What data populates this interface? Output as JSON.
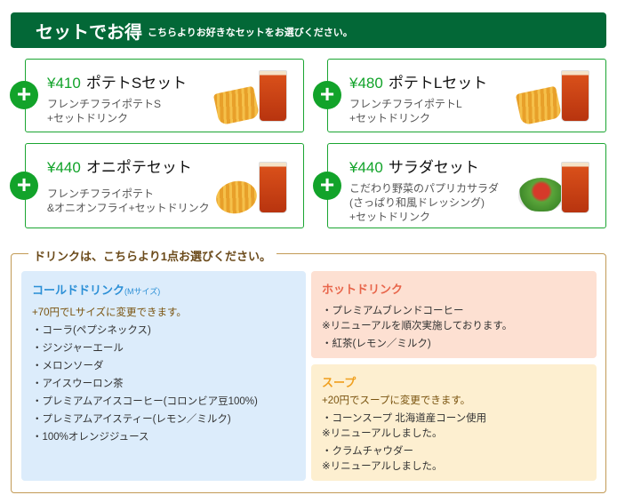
{
  "header": {
    "title": "セットでお得",
    "subtitle": "こちらよりお好きなセットをお選びください。"
  },
  "sets": [
    {
      "price": "¥410",
      "name": "ポテトSセット",
      "desc": [
        "フレンチフライポテトS",
        "+セットドリンク"
      ],
      "image": "fries-drink"
    },
    {
      "price": "¥480",
      "name": "ポテトLセット",
      "desc": [
        "フレンチフライポテトL",
        "+セットドリンク"
      ],
      "image": "fries-drink"
    },
    {
      "price": "¥440",
      "name": "オニポテセット",
      "desc": [
        "フレンチフライポテト",
        "&オニオンフライ+セットドリンク"
      ],
      "image": "onion-fries-drink"
    },
    {
      "price": "¥440",
      "name": "サラダセット",
      "desc": [
        "こだわり野菜のパプリカサラダ",
        "(さっぱり和風ドレッシング)",
        "+セットドリンク"
      ],
      "image": "salad-drink"
    }
  ],
  "drinks": {
    "legend": "ドリンクは、こちらより1点お選びください。",
    "cold": {
      "title": "コールドドリンク",
      "size": "(Mサイズ)",
      "note": "+70円でLサイズに変更できます。",
      "items": [
        "・コーラ(ペプシネックス)",
        "・ジンジャーエール",
        "・メロンソーダ",
        "・アイスウーロン茶",
        "・プレミアムアイスコーヒー(コロンビア豆100%)",
        "・プレミアムアイスティー(レモン／ミルク)",
        "・100%オレンジジュース"
      ]
    },
    "hot": {
      "title": "ホットドリンク",
      "items": [
        "・プレミアムブレンドコーヒー",
        "※リニューアルを順次実施しております。",
        "・紅茶(レモン／ミルク)"
      ]
    },
    "soup": {
      "title": "スープ",
      "note": "+20円でスープに変更できます。",
      "items": [
        "・コーンスープ 北海道産コーン使用",
        "※リニューアルしました。",
        "・クラムチャウダー",
        "※リニューアルしました。"
      ]
    }
  },
  "colors": {
    "header": "#036837",
    "accent": "#12a32a",
    "cold_bg": "#dcecfb",
    "hot_bg": "#fde0d2",
    "soup_bg": "#fdefd0"
  }
}
